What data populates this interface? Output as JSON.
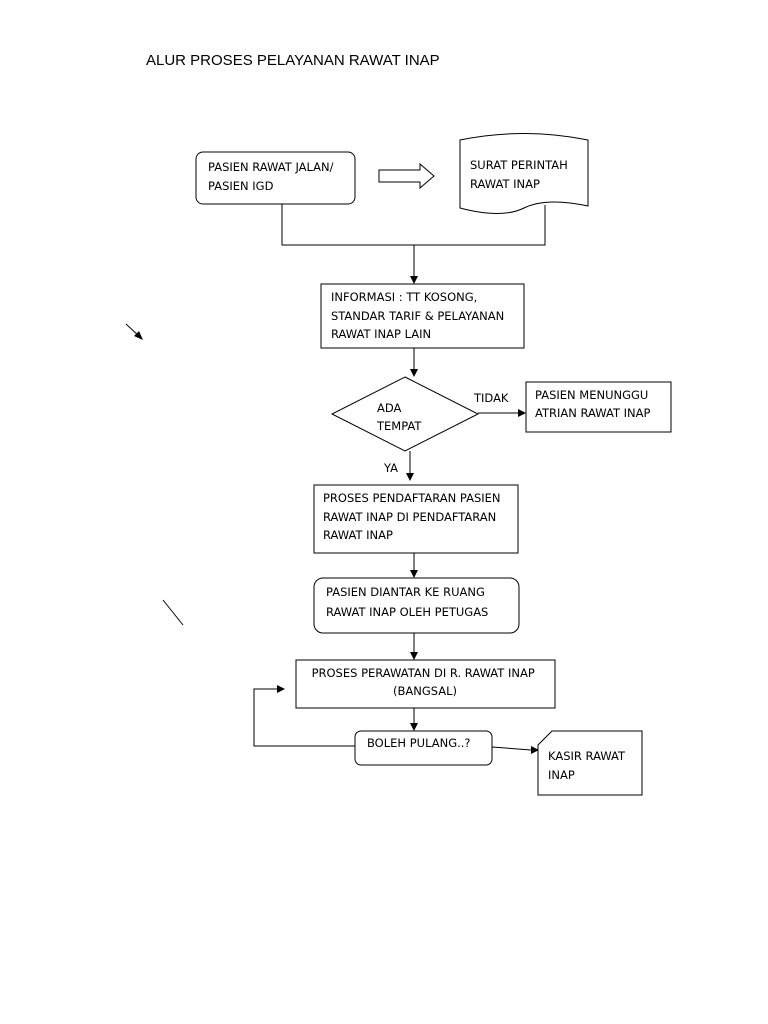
{
  "title": "ALUR PROSES PELAYANAN RAWAT INAP",
  "nodes": {
    "pasien_rawat_jalan": [
      "PASIEN RAWAT JALAN/",
      "PASIEN IGD"
    ],
    "surat_perintah": [
      "SURAT PERINTAH",
      "RAWAT INAP"
    ],
    "informasi": [
      "INFORMASI :  TT KOSONG,",
      "STANDAR TARIF & PELAYANAN",
      "RAWAT INAP LAIN"
    ],
    "ada_tempat": [
      "ADA",
      "TEMPAT"
    ],
    "pasien_menunggu": [
      "PASIEN MENUNGGU",
      "ATRIAN RAWAT INAP"
    ],
    "proses_pendaftaran": [
      "PROSES PENDAFTARAN PASIEN",
      "RAWAT INAP DI PENDAFTARAN",
      "RAWAT INAP"
    ],
    "pasien_diantar": [
      "PASIEN DIANTAR KE RUANG",
      "RAWAT  INAP OLEH PETUGAS"
    ],
    "proses_perawatan": [
      "PROSES PERAWATAN DI R. RAWAT INAP",
      "(BANGSAL)"
    ],
    "boleh_pulang": [
      "BOLEH PULANG..?"
    ],
    "kasir": [
      "KASIR RAWAT",
      "INAP"
    ]
  },
  "edges": {
    "tidak": "TIDAK",
    "ya": "YA"
  }
}
